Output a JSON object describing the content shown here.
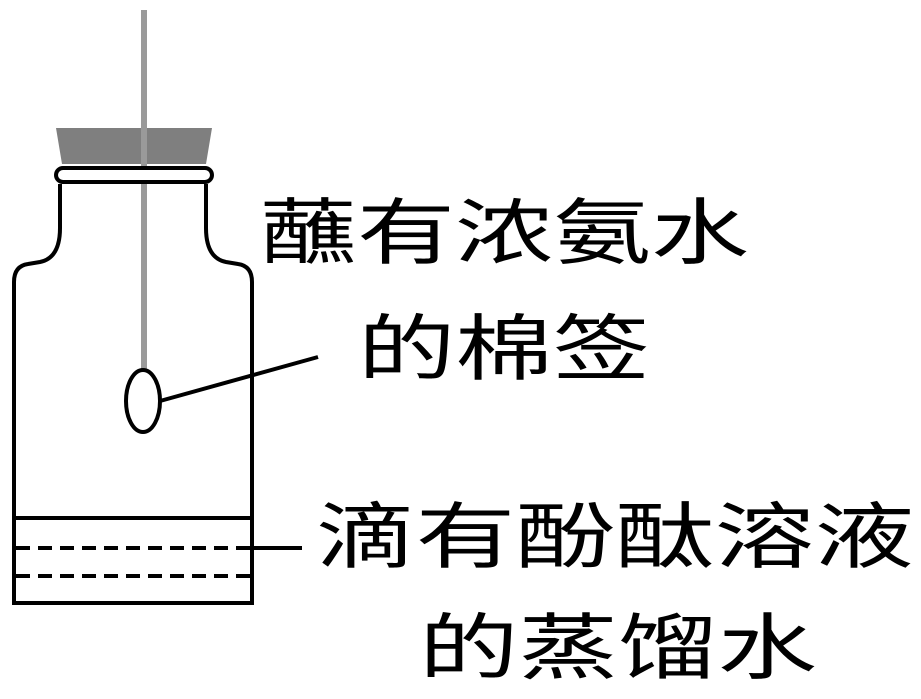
{
  "labels": {
    "cotton_swab_line1": "蘸有浓氨水",
    "cotton_swab_line2": "的棉签",
    "liquid_line1": "滴有酚酞溶液",
    "liquid_line2": "的蒸馏水"
  },
  "colors": {
    "stroke": "#000000",
    "stopper": "#7f7f7f",
    "rod": "#9a9a9a",
    "background": "#ffffff"
  }
}
